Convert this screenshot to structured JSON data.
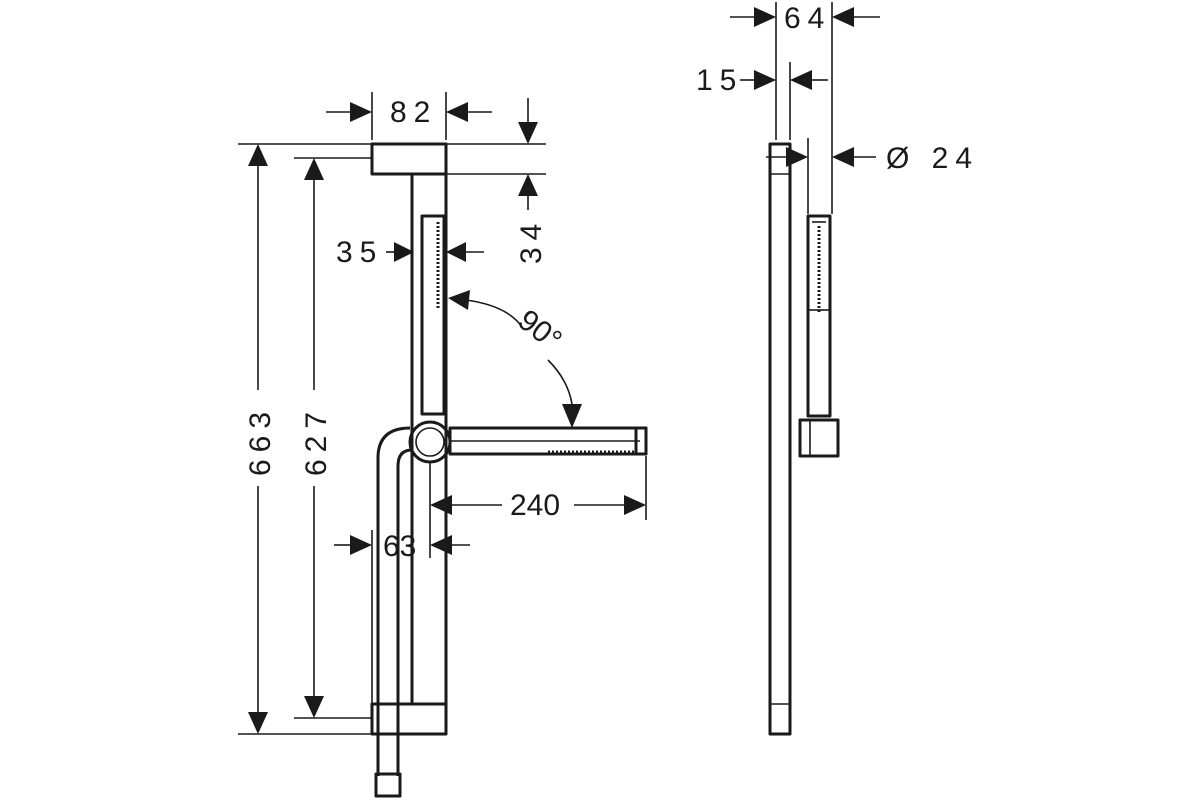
{
  "dimensions": {
    "top_width": "82",
    "top_offset": "34",
    "handle_width": "35",
    "angle": "90°",
    "total_height": "663",
    "inner_height": "627",
    "arm_length": "240",
    "bottom_width": "63",
    "side_depth": "64",
    "wall_thickness": "15",
    "diameter": "Ø 24"
  }
}
